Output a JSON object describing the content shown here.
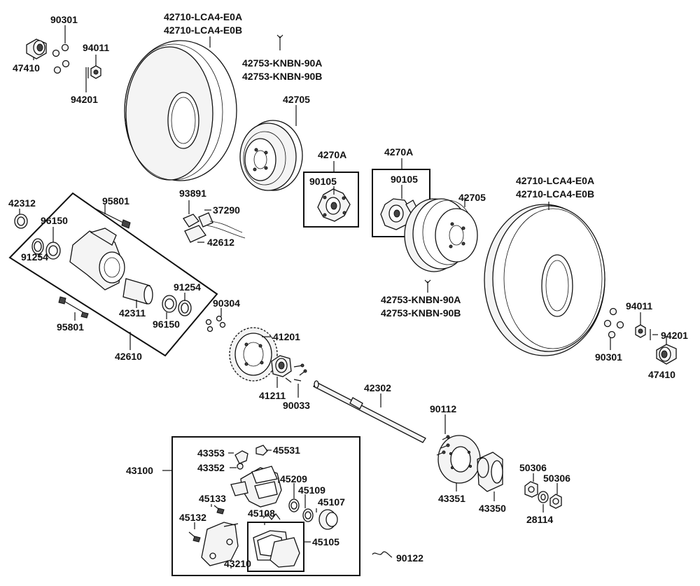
{
  "labels": {
    "p90301_a": "90301",
    "p94011_a": "94011",
    "p47410_a": "47410",
    "p94201_a": "94201",
    "tire_a_1": "42710-LCA4-E0A",
    "tire_a_2": "42710-LCA4-E0B",
    "valve_a_1": "42753-KNBN-90A",
    "valve_a_2": "42753-KNBN-90B",
    "rim_a": "42705",
    "hub_box_a": "4270A",
    "hub_a": "90105",
    "hub_box_b": "4270A",
    "hub_b": "90105",
    "rim_b": "42705",
    "tire_b_1": "42710-LCA4-E0A",
    "tire_b_2": "42710-LCA4-E0B",
    "valve_b_1": "42753-KNBN-90A",
    "valve_b_2": "42753-KNBN-90B",
    "p94011_b": "94011",
    "p94201_b": "94201",
    "p90301_b": "90301",
    "p47410_b": "47410",
    "p42312": "42312",
    "p96150_a": "96150",
    "p91254_a": "91254",
    "p95801_a": "95801",
    "p93891": "93891",
    "p37290": "37290",
    "p42612": "42612",
    "p91254_b": "91254",
    "p96150_b": "96150",
    "p42311": "42311",
    "p95801_b": "95801",
    "p42610": "42610",
    "p90304": "90304",
    "p41201": "41201",
    "p41211": "41211",
    "p90033": "90033",
    "p42302": "42302",
    "p90112": "90112",
    "p43100": "43100",
    "p43353": "43353",
    "p45531": "45531",
    "p43352": "43352",
    "p45209": "45209",
    "p45109": "45109",
    "p45107": "45107",
    "p45133": "45133",
    "p45108": "45108",
    "p45132": "45132",
    "p45105": "45105",
    "p43210": "43210",
    "p43351": "43351",
    "p43350": "43350",
    "p50306_a": "50306",
    "p50306_b": "50306",
    "p28114": "28114",
    "p90122": "90122"
  }
}
